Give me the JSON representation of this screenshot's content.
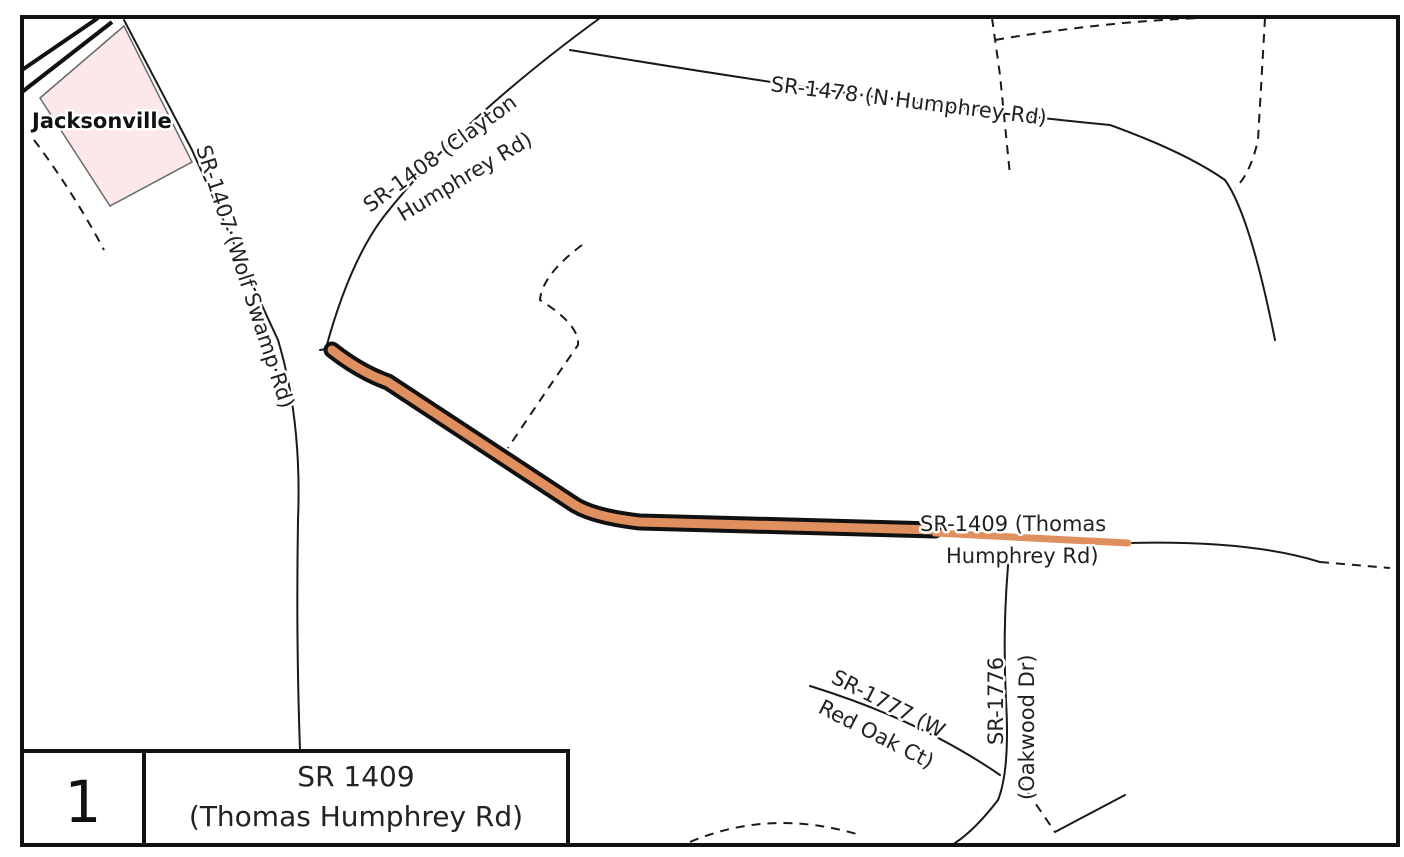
{
  "map": {
    "place_label": "Jacksonville",
    "roads": {
      "sr1407": "SR-1407·(Wolf Swamp·Rd)",
      "sr1408_line1": "SR-1408 (Clayton",
      "sr1408_line2": "Humphrey Rd)",
      "sr1478": "SR-1478·(N·Humphrey Rd)",
      "sr1409_line1": "SR-1409 (Thomas",
      "sr1409_line2": "Humphrey Rd)",
      "sr1776_line1": "SR-1776",
      "sr1776_line2": "(Oakwood Dr)",
      "sr1777_line1": "SR-1777 (W",
      "sr1777_line2": "Red Oak Ct)"
    },
    "colors": {
      "highlight": "#e0905f",
      "town_fill": "#fce8e8"
    }
  },
  "legend": {
    "number": "1",
    "title_line1": "SR 1409",
    "title_line2": "(Thomas Humphrey Rd)"
  }
}
